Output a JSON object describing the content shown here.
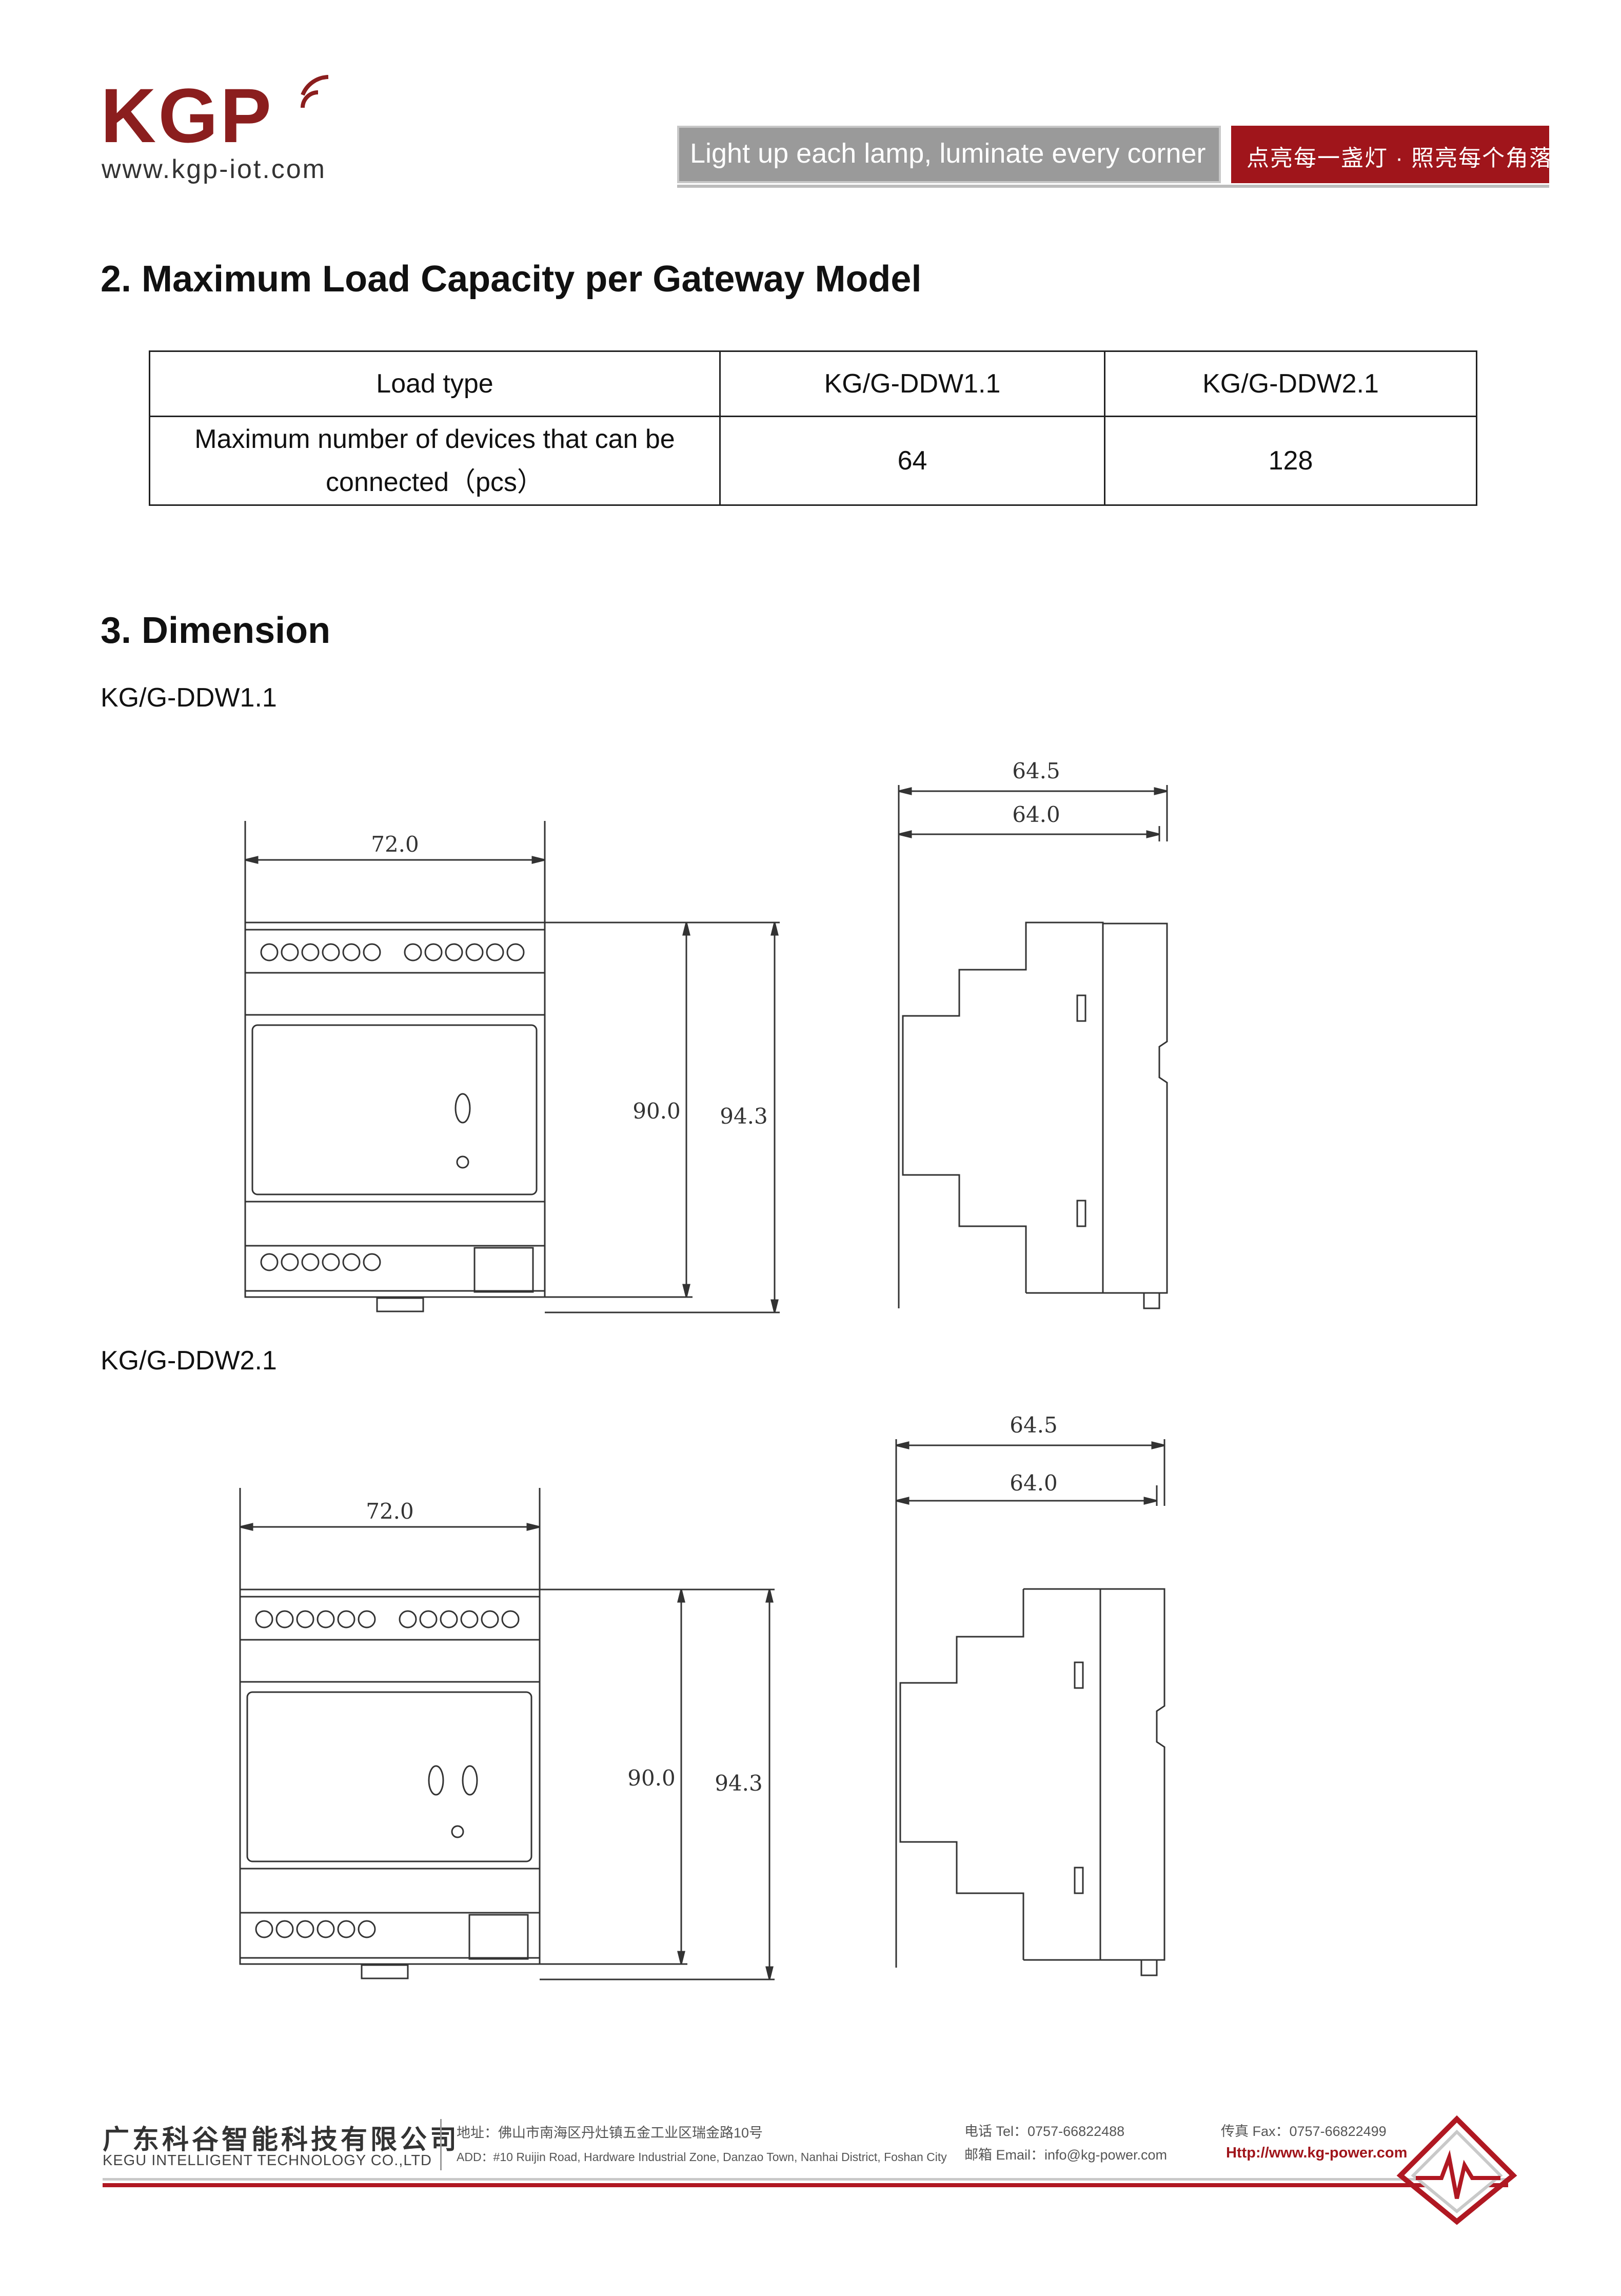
{
  "header": {
    "logo": "KGP",
    "website": "www.kgp-iot.com",
    "slogan_en": "Light up each lamp, luminate every corner",
    "slogan_cn": "点亮每一盏灯 · 照亮每个角落"
  },
  "section2": {
    "title": "2.  Maximum Load Capacity per Gateway Model",
    "table": {
      "headers": [
        "Load type",
        "KG/G-DDW1.1",
        "KG/G-DDW2.1"
      ],
      "row_label_line1": "Maximum number of devices that can be",
      "row_label_line2": "connected（pcs）",
      "values": [
        "64",
        "128"
      ]
    }
  },
  "section3": {
    "title": "3.  Dimension",
    "model1": "KG/G-DDW1.1",
    "model2": "KG/G-DDW2.1",
    "dims": {
      "width": "72.0",
      "height_inner": "90.0",
      "height_outer": "94.3",
      "depth_outer": "64.5",
      "depth_inner": "64.0"
    }
  },
  "footer": {
    "company_cn": "广东科谷智能科技有限公司",
    "company_en": "KEGU INTELLIGENT TECHNOLOGY CO.,LTD",
    "addr_cn": "地址：佛山市南海区丹灶镇五金工业区瑞金路10号",
    "addr_en": "ADD：#10 Ruijin Road, Hardware Industrial Zone, Danzao Town, Nanhai District, Foshan City",
    "tel": "电话 Tel：0757-66822488",
    "email": "邮箱 Email：info@kg-power.com",
    "fax": "传真 Fax：0757-66822499",
    "url": "Http://www.kg-power.com"
  }
}
